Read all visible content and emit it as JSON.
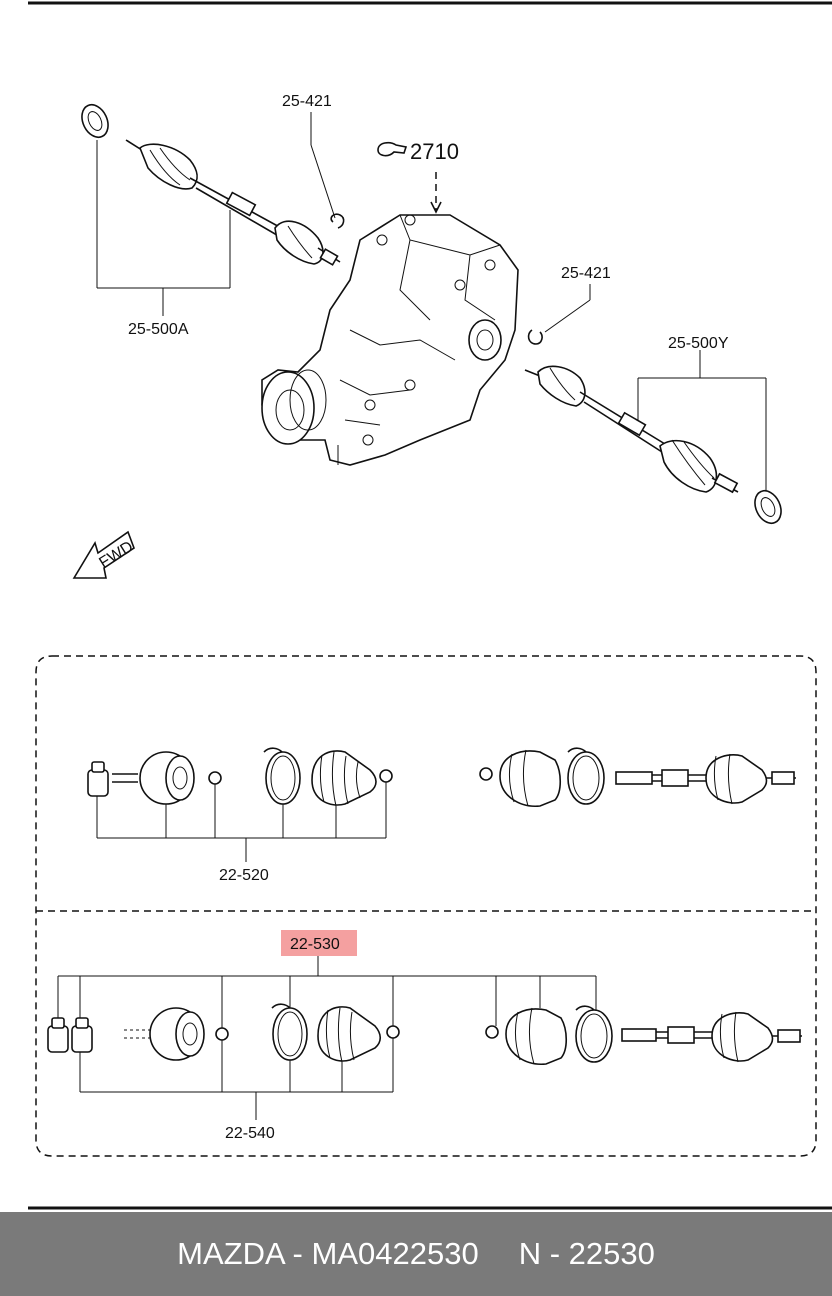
{
  "labels": {
    "p25_421_top": "25-421",
    "p2710": "2710",
    "p25_500A": "25-500A",
    "p25_421_right": "25-421",
    "p25_500Y": "25-500Y",
    "fwd": "FWD",
    "p22_520": "22-520",
    "p22_530": "22-530",
    "p22_540": "22-540"
  },
  "highlight_color": "#f4a0a0",
  "footer": {
    "brand_part": "MAZDA - MA0422530",
    "number": "N - 22530"
  }
}
